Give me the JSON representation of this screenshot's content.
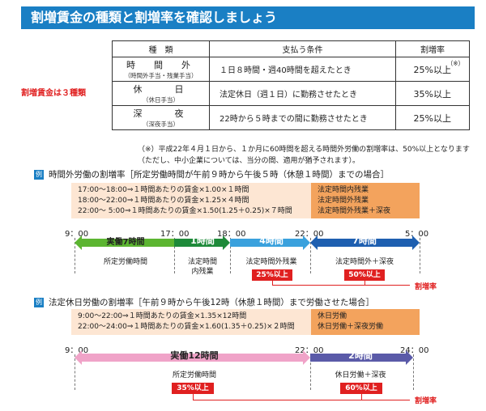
{
  "title": "割増賃金の種類と割増率を確認しましょう",
  "side_label": "割増賃金は３種類",
  "table": {
    "headers": [
      "種　類",
      "支払う条件",
      "割増率"
    ],
    "rows": [
      {
        "type": "時　間　外",
        "type_sub": "（時間外手当・残業手当）",
        "condition": "１日８時間・週40時間を超えたとき",
        "rate": "25%以上",
        "note": "（※）"
      },
      {
        "type": "休　　日",
        "type_sub": "（休日手当）",
        "condition": "法定休日（週１日）に勤務させたとき",
        "rate": "35%以上",
        "note": ""
      },
      {
        "type": "深　　夜",
        "type_sub": "（深夜手当）",
        "condition": "22時から５時までの間に勤務させたとき",
        "rate": "25%以上",
        "note": ""
      }
    ]
  },
  "footnote": "（※）平成22年４月１日から、１か月に60時間を超える時間外労働の割増率は、50%以上となります（ただし、中小企業については、当分の間、適用が猶予されます）。",
  "example1": {
    "badge": "例",
    "heading": "時間外労働の割増率［所定労働時間が午前９時から午後５時（休憩１時間）までの場合］",
    "formulas": [
      "17:00〜18:00⇒１時間あたりの賃金×1.00×１時間",
      "18:00〜22:00⇒１時間あたりの賃金×1.25×４時間",
      "22:00〜 5:00⇒１時間あたりの賃金×1.50(1.25＋0.25)×７時間"
    ],
    "kinds": [
      "法定時間内残業",
      "法定時間外残業",
      "法定時間外残業＋深夜"
    ],
    "times": [
      "9：00",
      "17：00",
      "18：00",
      "22：00",
      "5：00"
    ],
    "segments": [
      {
        "hours": "実働7時間",
        "label": "所定労働時間",
        "rate": ""
      },
      {
        "hours": "1時間",
        "label": "法定時間\n内残業",
        "rate": ""
      },
      {
        "hours": "4時間",
        "label": "法定時間外残業",
        "rate": "25%以上"
      },
      {
        "hours": "7時間",
        "label": "法定時間外＋深夜",
        "rate": "50%以上"
      }
    ],
    "rate_tag": "割増率"
  },
  "example2": {
    "badge": "例",
    "heading": "法定休日労働の割増率［午前９時から午後12時（休憩１時間）まで労働させた場合］",
    "formulas": [
      "9:00〜22:00⇒１時間あたりの賃金×1.35×12時間",
      "22:00〜24:00⇒１時間あたりの賃金×1.60(1.35＋0.25)×２時間"
    ],
    "kinds": [
      "休日労働",
      "休日労働＋深夜労働"
    ],
    "times": [
      "9：00",
      "22：00",
      "24：00"
    ],
    "segments": [
      {
        "hours": "実働12時間",
        "label": "所定労働時間",
        "rate": "35%以上"
      },
      {
        "hours": "2時間",
        "label": "休日労働＋深夜",
        "rate": "60%以上"
      }
    ],
    "rate_tag": "割増率"
  },
  "colors": {
    "title_bg": "#1a7fc4",
    "green": "#5cb531",
    "dark_green": "#1e8a3a",
    "blue": "#3aa1dd",
    "dark_blue": "#1e5fb0",
    "pink": "#f0a3c8",
    "purple": "#5a5aa8",
    "red": "#e02020"
  }
}
